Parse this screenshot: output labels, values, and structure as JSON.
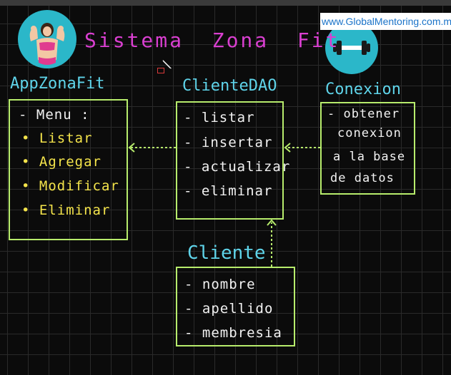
{
  "watermark": "www.GlobalMentoring.com.mx",
  "title": "Sistema  Zona  Fit",
  "colors": {
    "title": "#d93fd0",
    "box_border": "#b7ec6c",
    "box_label": "#5fd4ea",
    "menu_items": "#f4e44b",
    "text": "#f2f2f2",
    "arrow": "#b7ec6c"
  },
  "icons": [
    "bodybuilder-logo",
    "dumbbell-logo"
  ],
  "boxes": {
    "app": {
      "label": "AppZonaFit",
      "items": [
        "- Menu :",
        "• Listar",
        "• Agregar",
        "• Modificar",
        "• Eliminar"
      ]
    },
    "dao": {
      "label": "ClienteDAO",
      "items": [
        "- listar",
        "- insertar",
        "- actualizar",
        "- eliminar"
      ]
    },
    "conexion": {
      "label": "Conexion",
      "items": [
        "- obtener",
        "conexion",
        "a la base",
        "de datos"
      ]
    },
    "cliente": {
      "label": "Cliente",
      "items": [
        "- nombre",
        "- apellido",
        "- membresia"
      ]
    }
  }
}
